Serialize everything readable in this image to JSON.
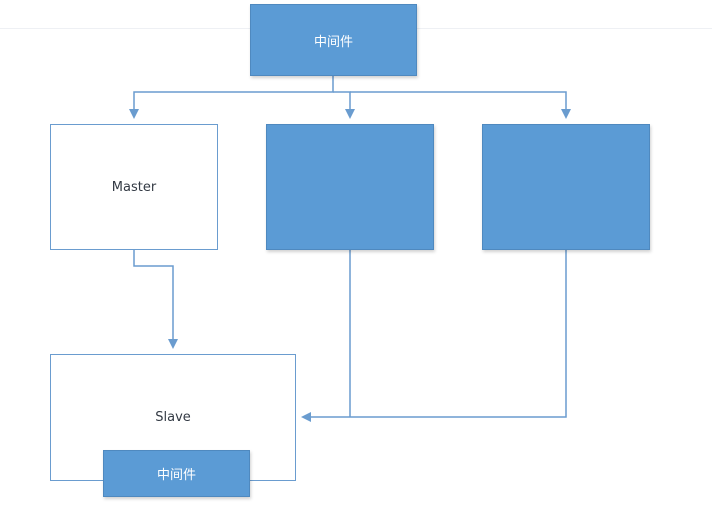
{
  "diagram": {
    "nodes": {
      "top": {
        "label": "中间件"
      },
      "master": {
        "label": "Master"
      },
      "mid": {
        "label": ""
      },
      "right": {
        "label": ""
      },
      "slave": {
        "label": "Slave"
      },
      "inner": {
        "label": "中间件"
      }
    },
    "edges": [
      {
        "from": "top",
        "to": "master"
      },
      {
        "from": "top",
        "to": "mid"
      },
      {
        "from": "top",
        "to": "right"
      },
      {
        "from": "master",
        "to": "slave"
      },
      {
        "from": "mid",
        "to": "slave"
      },
      {
        "from": "right",
        "to": "slave"
      }
    ],
    "colors": {
      "node_fill": "#5b9bd5",
      "node_outline": "#6a9ccf",
      "connector": "#6a9ccf"
    }
  }
}
